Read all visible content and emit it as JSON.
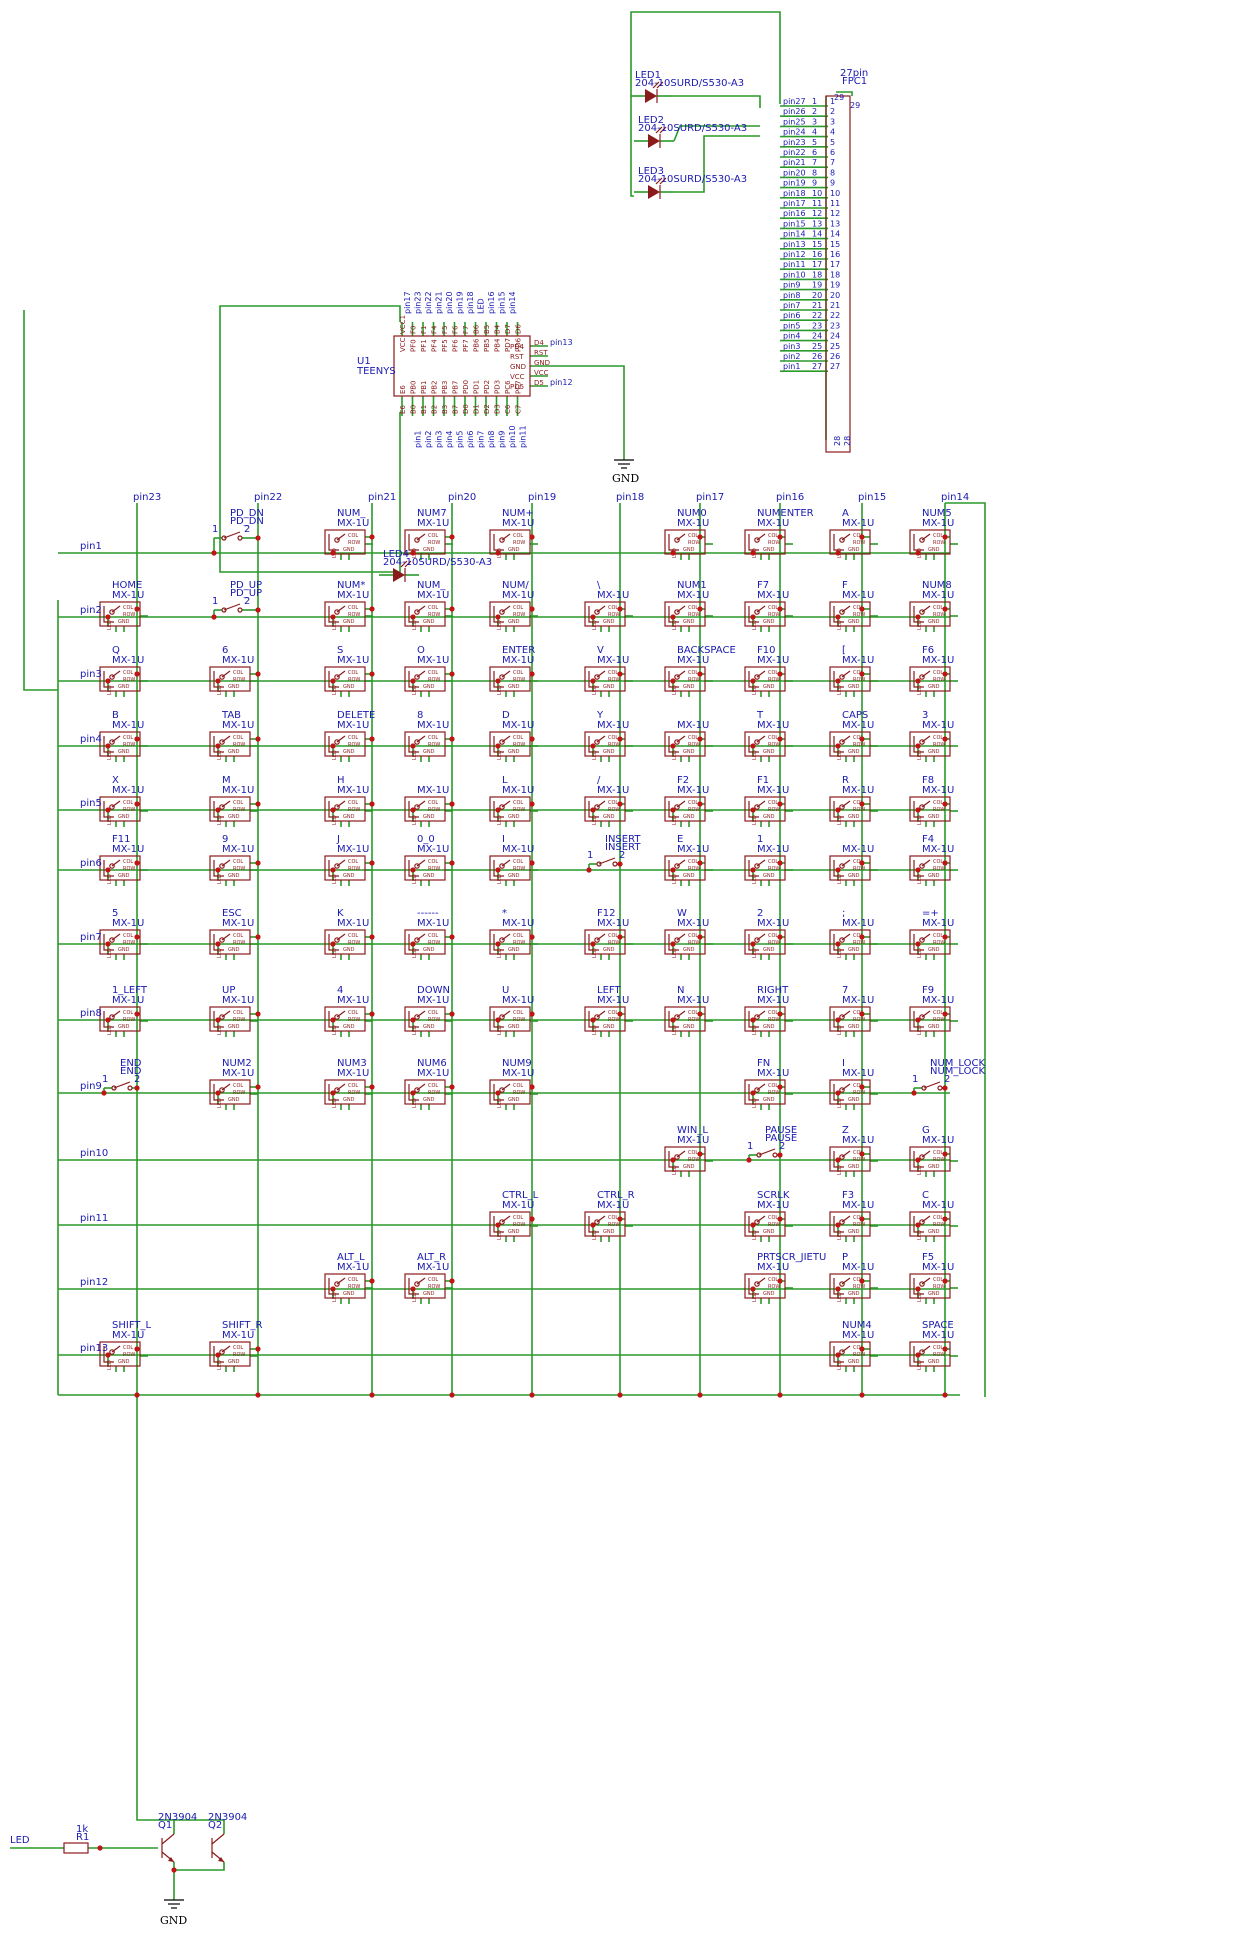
{
  "matrix": {
    "columns": [
      "pin23",
      "pin22",
      "pin21",
      "pin20",
      "pin19",
      "pin18",
      "pin17",
      "pin16",
      "pin15",
      "pin14"
    ],
    "rows": [
      "pin1",
      "pin2",
      "pin3",
      "pin4",
      "pin5",
      "pin6",
      "pin7",
      "pin8",
      "pin9",
      "pin10",
      "pin11",
      "pin12",
      "pin13"
    ],
    "keys": [
      [
        "",
        "PD_DN",
        "NUM_",
        "NUM7",
        "NUM+",
        "",
        "NUM0",
        "NUMENTER",
        "A",
        "NUM5"
      ],
      [
        "HOME",
        "PD_UP",
        "NUM*",
        "NUM_",
        "NUM/",
        "\\",
        "NUM1",
        "F7",
        "F",
        "NUM8"
      ],
      [
        "Q",
        "6",
        "S",
        "O",
        "ENTER",
        "V",
        "BACKSPACE",
        "F10",
        "[",
        "F6"
      ],
      [
        "B",
        "TAB",
        "DELETE",
        "8",
        "D",
        "Y",
        "",
        "T",
        "CAPS",
        "3"
      ],
      [
        "X",
        "M",
        "H",
        "",
        "L",
        "/",
        "F2",
        "F1",
        "R",
        "F8"
      ],
      [
        "F11",
        "9",
        "J",
        "0_0",
        "I",
        "INSERT",
        "E",
        "1",
        "",
        "F4"
      ],
      [
        "5",
        "ESC",
        "K",
        "------",
        "*",
        "F12",
        "W",
        "2",
        ";",
        "=+"
      ],
      [
        "1_LEFT",
        "UP",
        "4",
        "DOWN",
        "U",
        "LEFT",
        "N",
        "RIGHT",
        "7",
        "F9"
      ],
      [
        "END",
        "NUM2",
        "NUM3",
        "NUM6",
        "NUM9",
        "",
        "",
        "FN",
        "I",
        "NUM_LOCK"
      ],
      [
        "",
        "",
        "",
        "",
        "",
        "",
        "WIN_L",
        "PAUSE",
        "Z",
        "G"
      ],
      [
        "",
        "",
        "",
        "",
        "CTRL_L",
        "CTRL_R",
        "",
        "SCRLK",
        "F3",
        "C"
      ],
      [
        "",
        "",
        "ALT_L",
        "ALT_R",
        "",
        "",
        "",
        "PRTSCR_JIETU",
        "P",
        "F5"
      ],
      [
        "SHIFT_L",
        "SHIFT_R",
        "",
        "",
        "",
        "",
        "",
        "",
        "NUM4",
        "SPACE"
      ]
    ],
    "tactile": [
      [
        0,
        1
      ],
      [
        1,
        1
      ],
      [
        5,
        5
      ],
      [
        8,
        0
      ],
      [
        8,
        9
      ],
      [
        9,
        7
      ]
    ],
    "empty": [
      [
        0,
        0
      ],
      [
        0,
        5
      ],
      [
        8,
        5
      ],
      [
        8,
        6
      ],
      [
        9,
        0
      ],
      [
        9,
        1
      ],
      [
        9,
        2
      ],
      [
        9,
        3
      ],
      [
        9,
        4
      ],
      [
        9,
        5
      ],
      [
        10,
        0
      ],
      [
        10,
        1
      ],
      [
        10,
        2
      ],
      [
        10,
        3
      ],
      [
        10,
        6
      ],
      [
        11,
        0
      ],
      [
        11,
        1
      ],
      [
        11,
        4
      ],
      [
        11,
        5
      ],
      [
        11,
        6
      ],
      [
        12,
        2
      ],
      [
        12,
        3
      ],
      [
        12,
        4
      ],
      [
        12,
        5
      ],
      [
        12,
        6
      ],
      [
        12,
        7
      ]
    ],
    "switch_value": "MX-1U",
    "switch_pins": [
      "COL",
      "ROW",
      "LED",
      "GND"
    ],
    "pin_numbers": [
      "1",
      "2"
    ]
  },
  "teensy": {
    "name": "U1",
    "value": "TEENYS",
    "left_pins": [
      "VCC",
      "PF0",
      "PF1",
      "PF4",
      "PF5",
      "PF6",
      "PF7",
      "PB6",
      "PB5",
      "PB4",
      "PD7",
      "PD6"
    ],
    "left_short": [
      "VCC1",
      "F0",
      "F1",
      "F4",
      "F5",
      "F6",
      "F7",
      "B6",
      "B5",
      "B4",
      "D7",
      "D6"
    ],
    "left_nets": [
      "pin17",
      "pin23",
      "pin22",
      "pin21",
      "pin20",
      "pin19",
      "pin18",
      "LED",
      "pin16",
      "pin15",
      "pin14",
      ""
    ],
    "right_pins": [
      "PD4",
      "RST",
      "GND",
      "VCC",
      "PD5"
    ],
    "right_short": [
      "D4",
      "RST",
      "GND",
      "VCC",
      "D5"
    ],
    "right_nets": [
      "pin13",
      "",
      "",
      "",
      "pin12"
    ],
    "bottom_pins": [
      "E6",
      "PB0",
      "PB1",
      "PB2",
      "PB3",
      "PB7",
      "PD0",
      "PD1",
      "PD2",
      "PD3",
      "PC6",
      "PC7"
    ],
    "bottom_short": [
      "E6",
      "B0",
      "B1",
      "B2",
      "B3",
      "B7",
      "D0",
      "D1",
      "D2",
      "D3",
      "C6",
      "C7"
    ],
    "bottom_nets": [
      "",
      "pin1",
      "pin2",
      "pin3",
      "pin4",
      "pin5",
      "pin6",
      "pin7",
      "pin8",
      "pin9",
      "pin10",
      "pin11"
    ]
  },
  "leds": [
    {
      "name": "LED1",
      "value": "204-10SURD/S530-A3"
    },
    {
      "name": "LED2",
      "value": "204-10SURD/S530-A3"
    },
    {
      "name": "LED3",
      "value": "204-10SURD/S530-A3"
    },
    {
      "name": "LED4",
      "value": "204-10SURD/S530-A3"
    }
  ],
  "fpc": {
    "name": "FPC1",
    "value": "27pin",
    "nets": [
      "pin27",
      "pin26",
      "pin25",
      "pin24",
      "pin23",
      "pin22",
      "pin21",
      "pin20",
      "pin19",
      "pin18",
      "pin17",
      "pin16",
      "pin15",
      "pin14",
      "pin13",
      "pin12",
      "pin11",
      "pin10",
      "pin9",
      "pin8",
      "pin7",
      "pin6",
      "pin5",
      "pin4",
      "pin3",
      "pin2",
      "pin1"
    ],
    "pads": [
      "1",
      "2",
      "3",
      "4",
      "5",
      "6",
      "7",
      "8",
      "9",
      "10",
      "11",
      "12",
      "13",
      "14",
      "15",
      "16",
      "17",
      "18",
      "19",
      "20",
      "21",
      "22",
      "23",
      "24",
      "25",
      "26",
      "27"
    ],
    "extra_pads": [
      "28",
      "29"
    ]
  },
  "driver": {
    "resistor_name": "R1",
    "resistor_value": "1k",
    "led_net": "LED",
    "transistors": [
      {
        "name": "Q1",
        "value": "2N3904"
      },
      {
        "name": "Q2",
        "value": "2N3904"
      }
    ],
    "gnd": "GND"
  },
  "gnd_label": "GND",
  "colors": {
    "wire": "#2a9a2a",
    "part": "#8b1a1a",
    "label": "#1a1ab0",
    "junction": "#c01515"
  }
}
